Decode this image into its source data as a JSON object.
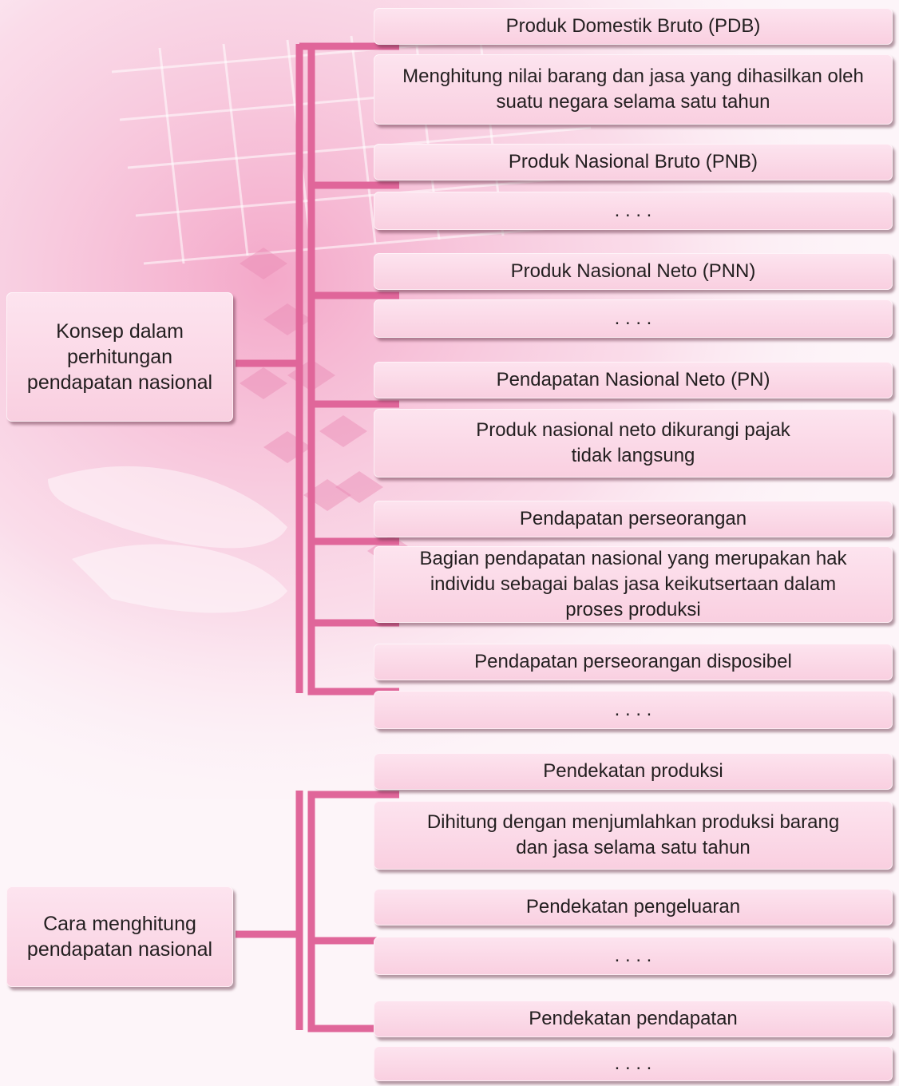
{
  "diagram": {
    "groups": [
      {
        "id": "konsep",
        "title": "Konsep dalam perhitungan pendapatan nasional",
        "items": [
          {
            "heading": "Produk Domestik Bruto (PDB)",
            "detail": "Menghitung nilai barang dan jasa yang dihasilkan oleh suatu negara selama satu tahun"
          },
          {
            "heading": "Produk Nasional Bruto (PNB)",
            "detail": ". . . ."
          },
          {
            "heading": "Produk Nasional Neto (PNN)",
            "detail": ". . . ."
          },
          {
            "heading": "Pendapatan Nasional Neto (PN)",
            "detail": "Produk nasional neto dikurangi pajak tidak langsung"
          },
          {
            "heading": "Pendapatan perseorangan",
            "detail": "Bagian pendapatan nasional yang merupakan hak individu sebagai balas jasa keikutsertaan dalam proses produksi"
          },
          {
            "heading": "Pendapatan perseorangan disposibel",
            "detail": ". . . ."
          }
        ]
      },
      {
        "id": "cara",
        "title": "Cara menghitung pendapatan nasional",
        "items": [
          {
            "heading": "Pendekatan produksi",
            "detail": "Dihitung dengan menjumlahkan produksi barang dan jasa selama satu tahun"
          },
          {
            "heading": "Pendekatan pengeluaran",
            "detail": ". . . ."
          },
          {
            "heading": "Pendekatan pendapatan",
            "detail": ". . . ."
          }
        ]
      }
    ],
    "colors": {
      "connector": "#e0669a",
      "box_fill": "#fbd9e7",
      "background_tint": "#f3a9c8"
    }
  }
}
